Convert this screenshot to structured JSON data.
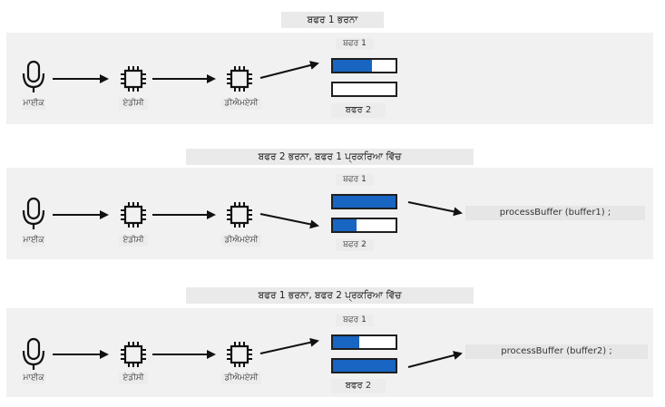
{
  "colors": {
    "buffer_fill": "#1865c2",
    "band": "#f1f1f1",
    "stroke": "#1f1f1f"
  },
  "icons": {
    "mic": "microphone-icon",
    "chip": "chip-icon"
  },
  "rows": [
    {
      "title": "ਬਫਰ 1 ਭਰਨਾ",
      "mic_label": "ਮਾਈਕ",
      "adc_label": "ਏਡੀਸੀ",
      "dma_label": "ਡੀਐਮਏਸੀ",
      "buffer1_label": "ਬਫਰ 1",
      "buffer2_label": "ਬਫਰ 2",
      "buffer1_fill": 0.62,
      "buffer2_fill": 0,
      "code": ""
    },
    {
      "title": "ਬਫਰ 2 ਭਰਨਾ, ਬਫਰ 1 ਪ੍ਰਕਰਿਆ ਵਿੱਚ",
      "mic_label": "ਮਾਈਕ",
      "adc_label": "ਏਡੀਸੀ",
      "dma_label": "ਡੀਐਮਏਸੀ",
      "buffer1_label": "ਬਫਰ 1",
      "buffer2_label": "ਬਫਰ 2",
      "buffer1_fill": 1,
      "buffer2_fill": 0.38,
      "code": "processBuffer (buffer1) ;"
    },
    {
      "title": "ਬਫਰ 1 ਭਰਨਾ, ਬਫਰ 2 ਪ੍ਰਕਰਿਆ ਵਿੱਚ",
      "mic_label": "ਮਾਈਕ",
      "adc_label": "ਏਡੀਸੀ",
      "dma_label": "ਡੀਐਮਏਸੀ",
      "buffer1_label": "ਬਫਰ 1",
      "buffer2_label": "ਬਫਰ 2",
      "buffer1_fill": 0.42,
      "buffer2_fill": 1,
      "code": "processBuffer (buffer2) ;"
    }
  ]
}
